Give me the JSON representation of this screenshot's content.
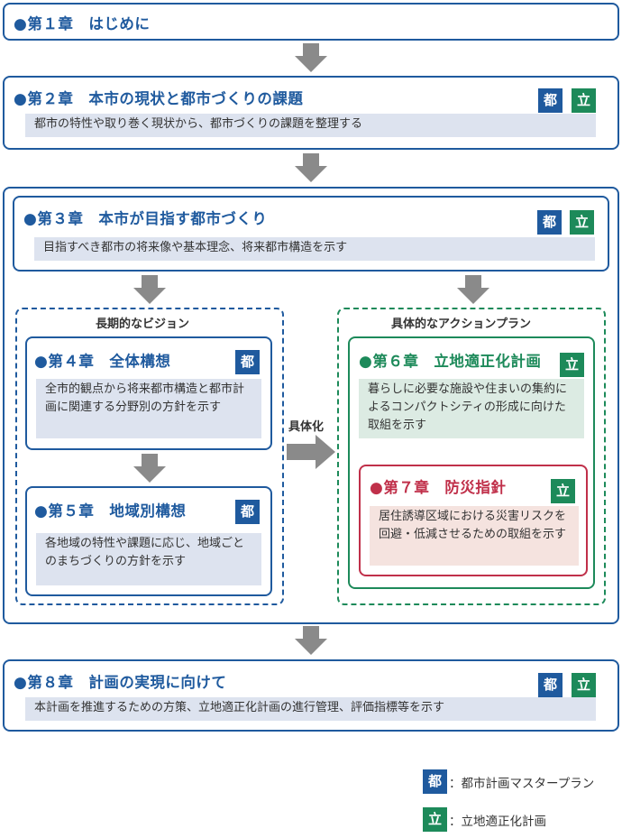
{
  "chapters": {
    "ch1": {
      "title": "第１章　はじめに"
    },
    "ch2": {
      "title": "第２章　本市の現状と都市づくりの課題",
      "desc": "都市の特性や取り巻く現状から、都市づくりの課題を整理する"
    },
    "ch3": {
      "title": "第３章　本市が目指す都市づくり",
      "desc": "目指すべき都市の将来像や基本理念、将来都市構造を示す"
    },
    "ch4": {
      "title": "第４章　全体構想",
      "desc": "全市的観点から将来都市構造と都市計画に関連する分野別の方針を示す"
    },
    "ch5": {
      "title": "第５章　地域別構想",
      "desc": "各地域の特性や課題に応じ、地域ごとのまちづくりの方針を示す"
    },
    "ch6": {
      "title": "第６章　立地適正化計画",
      "desc": "暮らしに必要な施設や住まいの集約によるコンパクトシティの形成に向けた取組を示す"
    },
    "ch7": {
      "title": "第７章　防災指針",
      "desc": "居住誘導区域における災害リスクを回避・低減させるための取組を示す"
    },
    "ch8": {
      "title": "第８章　計画の実現に向けて",
      "desc": "本計画を推進するための方策、立地適正化計画の進行管理、評価指標等を示す"
    }
  },
  "bullet": "●",
  "groups": {
    "long_term": "長期的なビジョン",
    "action": "具体的なアクションプラン",
    "concretize": "具体化"
  },
  "badges": {
    "to": "都",
    "ritsu": "立"
  },
  "legend": {
    "to_text": "：都市計画マスタープラン",
    "ritsu_text": "：立地適正化計画"
  },
  "colors": {
    "blue": "#1f5a9e",
    "green": "#1d8a5a",
    "red": "#c0304a",
    "blue_fill": "#dde3ef",
    "green_fill": "#dcebe3",
    "red_fill": "#f5e3df",
    "arrow": "#8a8a8a"
  }
}
